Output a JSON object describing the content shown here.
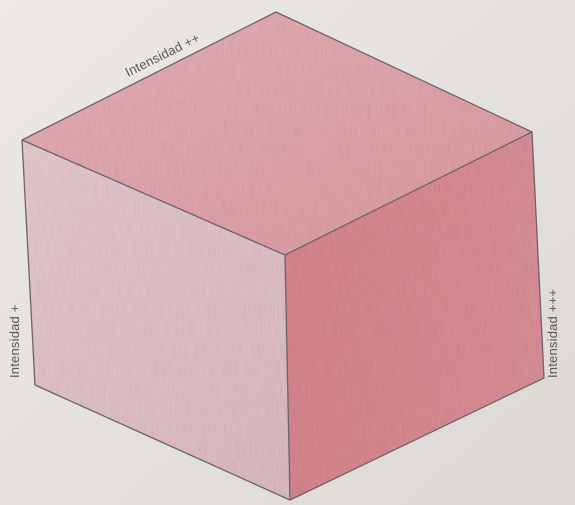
{
  "image": {
    "subject": "hand-drawn isometric cube shaded with red colored pencil",
    "faces": {
      "top": {
        "color": "#e4a8b0"
      },
      "left": {
        "color": "#e2c2c8"
      },
      "right": {
        "color": "#d9838d"
      }
    },
    "background_color": "#e6e3e0",
    "outline_color": "#6d6266"
  },
  "labels": {
    "top_edge": "Intensidad ++",
    "left_edge": "Intensidad +",
    "right_edge": "Intensidad +++"
  }
}
